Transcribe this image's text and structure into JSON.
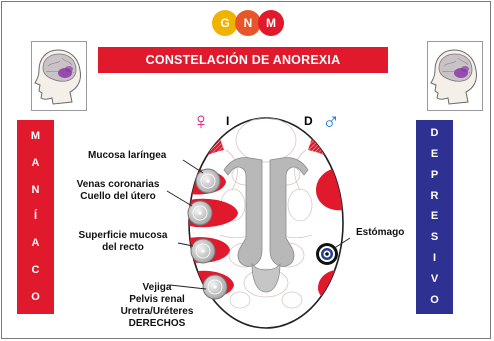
{
  "logo": {
    "letters": [
      "G",
      "N",
      "M"
    ],
    "colors": [
      "#f0b400",
      "#e8552a",
      "#e0192d"
    ]
  },
  "title": "CONSTELACIÓN  DE ANOREXIA",
  "left_sidebar": {
    "letters": [
      "M",
      "A",
      "N",
      "Í",
      "A",
      "C",
      "O"
    ],
    "color": "#e0192d"
  },
  "right_sidebar": {
    "letters": [
      "D",
      "E",
      "P",
      "R",
      "E",
      "S",
      "I",
      "V",
      "O"
    ],
    "color": "#2e3192"
  },
  "organ_map": {
    "side_left": "I",
    "side_right": "D",
    "female_symbol": "♀",
    "male_symbol": "♂",
    "female_color": "#e0197d",
    "male_color": "#1e74d0",
    "accent": "#e0192d"
  },
  "labels": {
    "mucosa": "Mucosa laríngea",
    "venas_1": "Venas coronarias",
    "venas_2": "Cuello del útero",
    "superficie_1": "Superficie mucosa",
    "superficie_2": "del recto",
    "vejiga": "Vejiga",
    "pelvis": "Pelvis renal",
    "uretra": "Uretra/Uréteres",
    "derechos": "DERECHOS",
    "estomago": "Estómago"
  }
}
